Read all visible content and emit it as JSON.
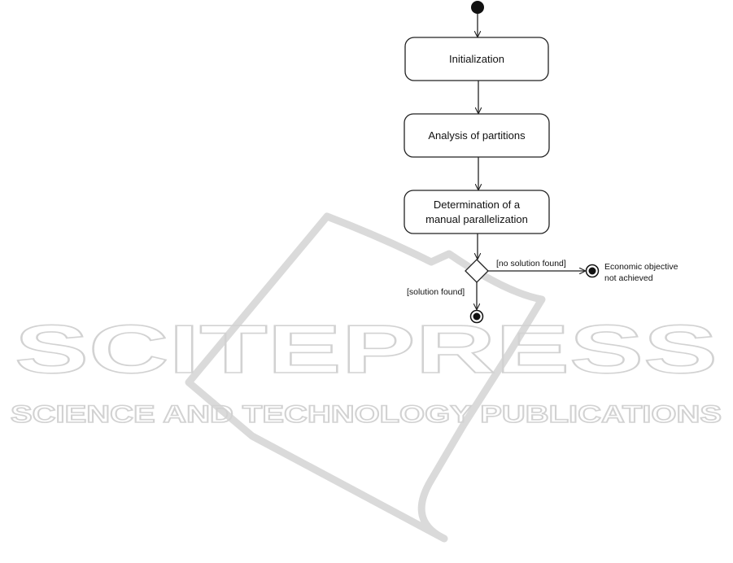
{
  "watermark": {
    "brand": "SCITEPRESS",
    "tagline": "SCIENCE AND TECHNOLOGY PUBLICATIONS"
  },
  "activities": [
    {
      "id": "init",
      "label": "Initialization"
    },
    {
      "id": "analysis",
      "label": "Analysis of partitions"
    },
    {
      "id": "determination",
      "label_line1": "Determination of a",
      "label_line2": "manual parallelization"
    }
  ],
  "decision": {
    "guard_no": "[no solution found]",
    "guard_yes": "[solution found]"
  },
  "final_side": {
    "line1": "Economic objective",
    "line2": "not achieved"
  },
  "colors": {
    "stroke": "#222222",
    "watermark": "#d2d2d2"
  }
}
